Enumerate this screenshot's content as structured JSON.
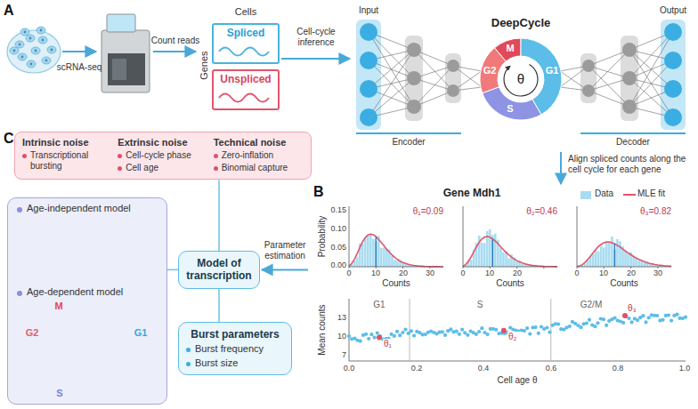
{
  "diagram": {
    "nodes": [
      {
        "text": [
          "Cells",
          "Genes"
        ]
      },
      {
        "text": [
          "Spliced"
        ],
        "in": 0
      },
      {
        "text": [
          "Unspliced"
        ],
        "in": 0
      },
      {
        "text": [
          "DeepCycle"
        ]
      },
      {
        "text": [
          "M",
          "G2",
          "S",
          "G1",
          "θ"
        ],
        "in": 3
      },
      {
        "text": [
          "Gene Mdh1"
        ]
      },
      {
        "text": [
          "Intrinsic noise",
          "Transcriptional bursting",
          "Extrinsic noise",
          "Cell-cycle phase",
          "Cell age",
          "Technical noise",
          "Zero-inflation",
          "Binomial capture"
        ]
      },
      {
        "text": [
          "Age-independent model",
          "Age-dependent model"
        ]
      },
      {
        "text": [
          "Model of transcription"
        ]
      },
      {
        "text": [
          "Burst parameters",
          "Burst frequency",
          "Burst size"
        ]
      }
    ],
    "edges": [
      {
        "from": 0,
        "to": 3,
        "label": "Cell-cycle inference",
        "arrow": "to"
      },
      {
        "from": 3,
        "to": 5,
        "label": "Align spliced counts along the cell cycle for each gene",
        "arrow": "to"
      },
      {
        "from": 5,
        "to": 8,
        "label": "Parameter estimation",
        "arrow": "to"
      },
      {
        "from": 6,
        "to": 8,
        "arrow": "none"
      },
      {
        "from": 7,
        "to": 8,
        "arrow": "none"
      },
      {
        "from": 8,
        "to": 9,
        "arrow": "none"
      }
    ],
    "labels": [
      "A",
      "scRNA-seq",
      "Count reads",
      "Input",
      "Output",
      "Encoder",
      "Decoder",
      "B",
      "Probability",
      "0.00",
      "0.05",
      "0.10",
      "0.15",
      "0",
      "10",
      "20",
      "30",
      "0",
      "10",
      "20",
      "0",
      "10",
      "20",
      "30",
      "Counts",
      "Counts",
      "Counts",
      "θ₁=0.09",
      "θ₂=0.46",
      "θ₃=0.82",
      "7",
      "10",
      "13",
      "0.0",
      "0.2",
      "0.4",
      "0.6",
      "0.8",
      "1.0",
      "Mean counts",
      "Cell age θ",
      "G1",
      "S",
      "G2/M",
      "θ₁",
      "θ₂",
      "θ₃",
      "C",
      "M",
      "G2",
      "S",
      "G1"
    ],
    "legend": [
      {
        "text": "Data",
        "color": "#a9dcf1"
      },
      {
        "text": "MLE fit"
      }
    ]
  }
}
